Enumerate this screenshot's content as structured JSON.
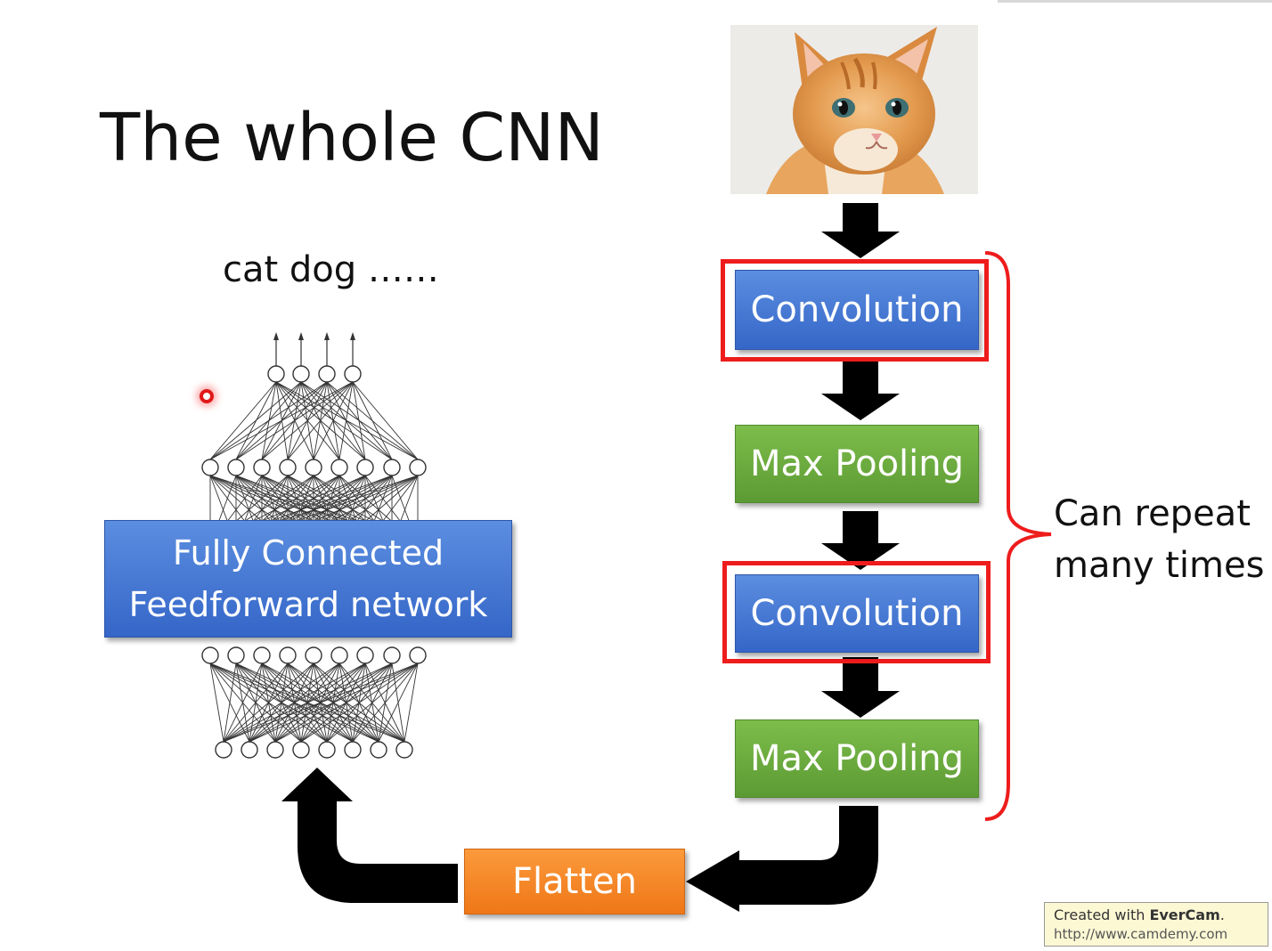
{
  "title": "The whole CNN",
  "output_label": "cat dog ……",
  "fc_box": {
    "line1": "Fully Connected",
    "line2": "Feedforward network"
  },
  "pipeline": {
    "input_image": "cat-photo",
    "steps": [
      {
        "label": "Convolution",
        "color": "#3e71d0",
        "highlighted": true
      },
      {
        "label": "Max Pooling",
        "color": "#67a83c",
        "highlighted": false
      },
      {
        "label": "Convolution",
        "color": "#3e71d0",
        "highlighted": true
      },
      {
        "label": "Max Pooling",
        "color": "#67a83c",
        "highlighted": false
      }
    ],
    "flatten_label": "Flatten",
    "flatten_color": "#f2811f"
  },
  "repeat_note": {
    "line1": "Can repeat",
    "line2": "many times"
  },
  "colors": {
    "highlight_frame": "#ee1c1c",
    "arrow": "#000000"
  },
  "watermark": {
    "prefix": "Created with ",
    "brand": "EverCam",
    "suffix": ".",
    "line2": "http://www.camdemy.com"
  }
}
